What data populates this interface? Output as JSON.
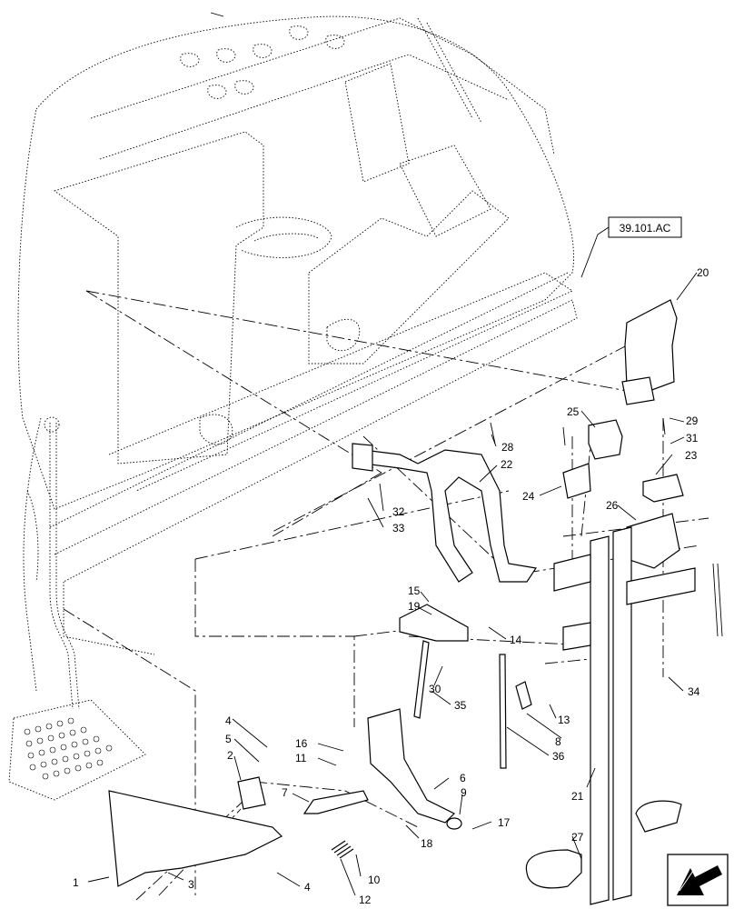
{
  "reference_box": "39.101.AC",
  "callouts": {
    "c1": "1",
    "c2": "2",
    "c3": "3",
    "c4a": "4",
    "c4b": "4",
    "c5": "5",
    "c6": "6",
    "c7": "7",
    "c8": "8",
    "c9": "9",
    "c10": "10",
    "c11": "11",
    "c12": "12",
    "c13": "13",
    "c14": "14",
    "c15": "15",
    "c16": "16",
    "c17": "17",
    "c18": "18",
    "c19": "19",
    "c20": "20",
    "c21": "21",
    "c22": "22",
    "c23": "23",
    "c24": "24",
    "c25": "25",
    "c26": "26",
    "c27": "27",
    "c28": "28",
    "c29": "29",
    "c30": "30",
    "c31": "31",
    "c32": "32",
    "c33": "33",
    "c34": "34",
    "c35": "35",
    "c36": "36"
  },
  "icons": {
    "corner_arrow": "view-direction-arrow-icon"
  }
}
